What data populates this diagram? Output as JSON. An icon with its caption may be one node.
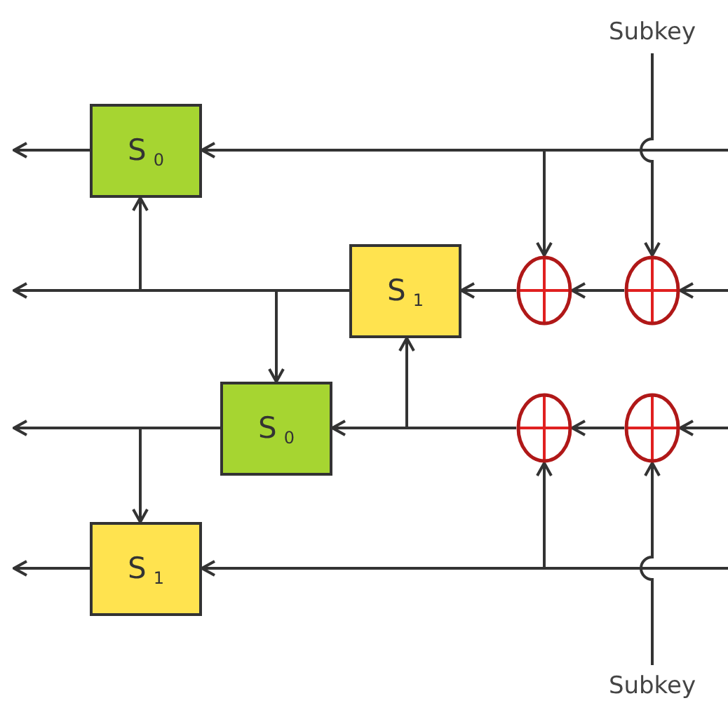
{
  "diagram": {
    "nodes": [
      {
        "text": [
          "S$_{0}$"
        ]
      },
      {
        "text": [
          "S$_{1}$"
        ]
      },
      {
        "text": [
          "S$_{0}$"
        ]
      },
      {
        "text": [
          "S$_{1}$"
        ]
      },
      {
        "text": [],
        "shape": "circle"
      },
      {
        "text": [],
        "shape": "circle"
      },
      {
        "text": [],
        "shape": "circle"
      },
      {
        "text": [],
        "shape": "circle"
      },
      {
        "text": [
          "Subkey"
        ]
      },
      {
        "text": [
          "Subkey"
        ]
      }
    ],
    "edges": [
      {
        "from": null,
        "to": 0,
        "arrow": "to"
      },
      {
        "from": null,
        "to": 4,
        "arrow": "to"
      },
      {
        "from": 0,
        "to": null,
        "arrow": "to"
      },
      {
        "from": 8,
        "to": 5,
        "arrow": "to"
      },
      {
        "from": null,
        "to": 5,
        "arrow": "to"
      },
      {
        "from": 5,
        "to": 4,
        "arrow": "to"
      },
      {
        "from": 4,
        "to": 1,
        "arrow": "to"
      },
      {
        "from": 1,
        "to": null,
        "arrow": "to"
      },
      {
        "from": 1,
        "to": 0,
        "arrow": "to"
      },
      {
        "from": 1,
        "to": 2,
        "arrow": "to"
      },
      {
        "from": null,
        "to": 7,
        "arrow": "to"
      },
      {
        "from": 7,
        "to": 6,
        "arrow": "to"
      },
      {
        "from": 6,
        "to": 2,
        "arrow": "to"
      },
      {
        "from": 6,
        "to": 1,
        "arrow": "to"
      },
      {
        "from": 2,
        "to": null,
        "arrow": "to"
      },
      {
        "from": 2,
        "to": 3,
        "arrow": "to"
      },
      {
        "from": null,
        "to": 3,
        "arrow": "to"
      },
      {
        "from": null,
        "to": 6,
        "arrow": "to"
      },
      {
        "from": 3,
        "to": null,
        "arrow": "to"
      },
      {
        "from": 9,
        "to": 7,
        "arrow": "to"
      }
    ]
  }
}
